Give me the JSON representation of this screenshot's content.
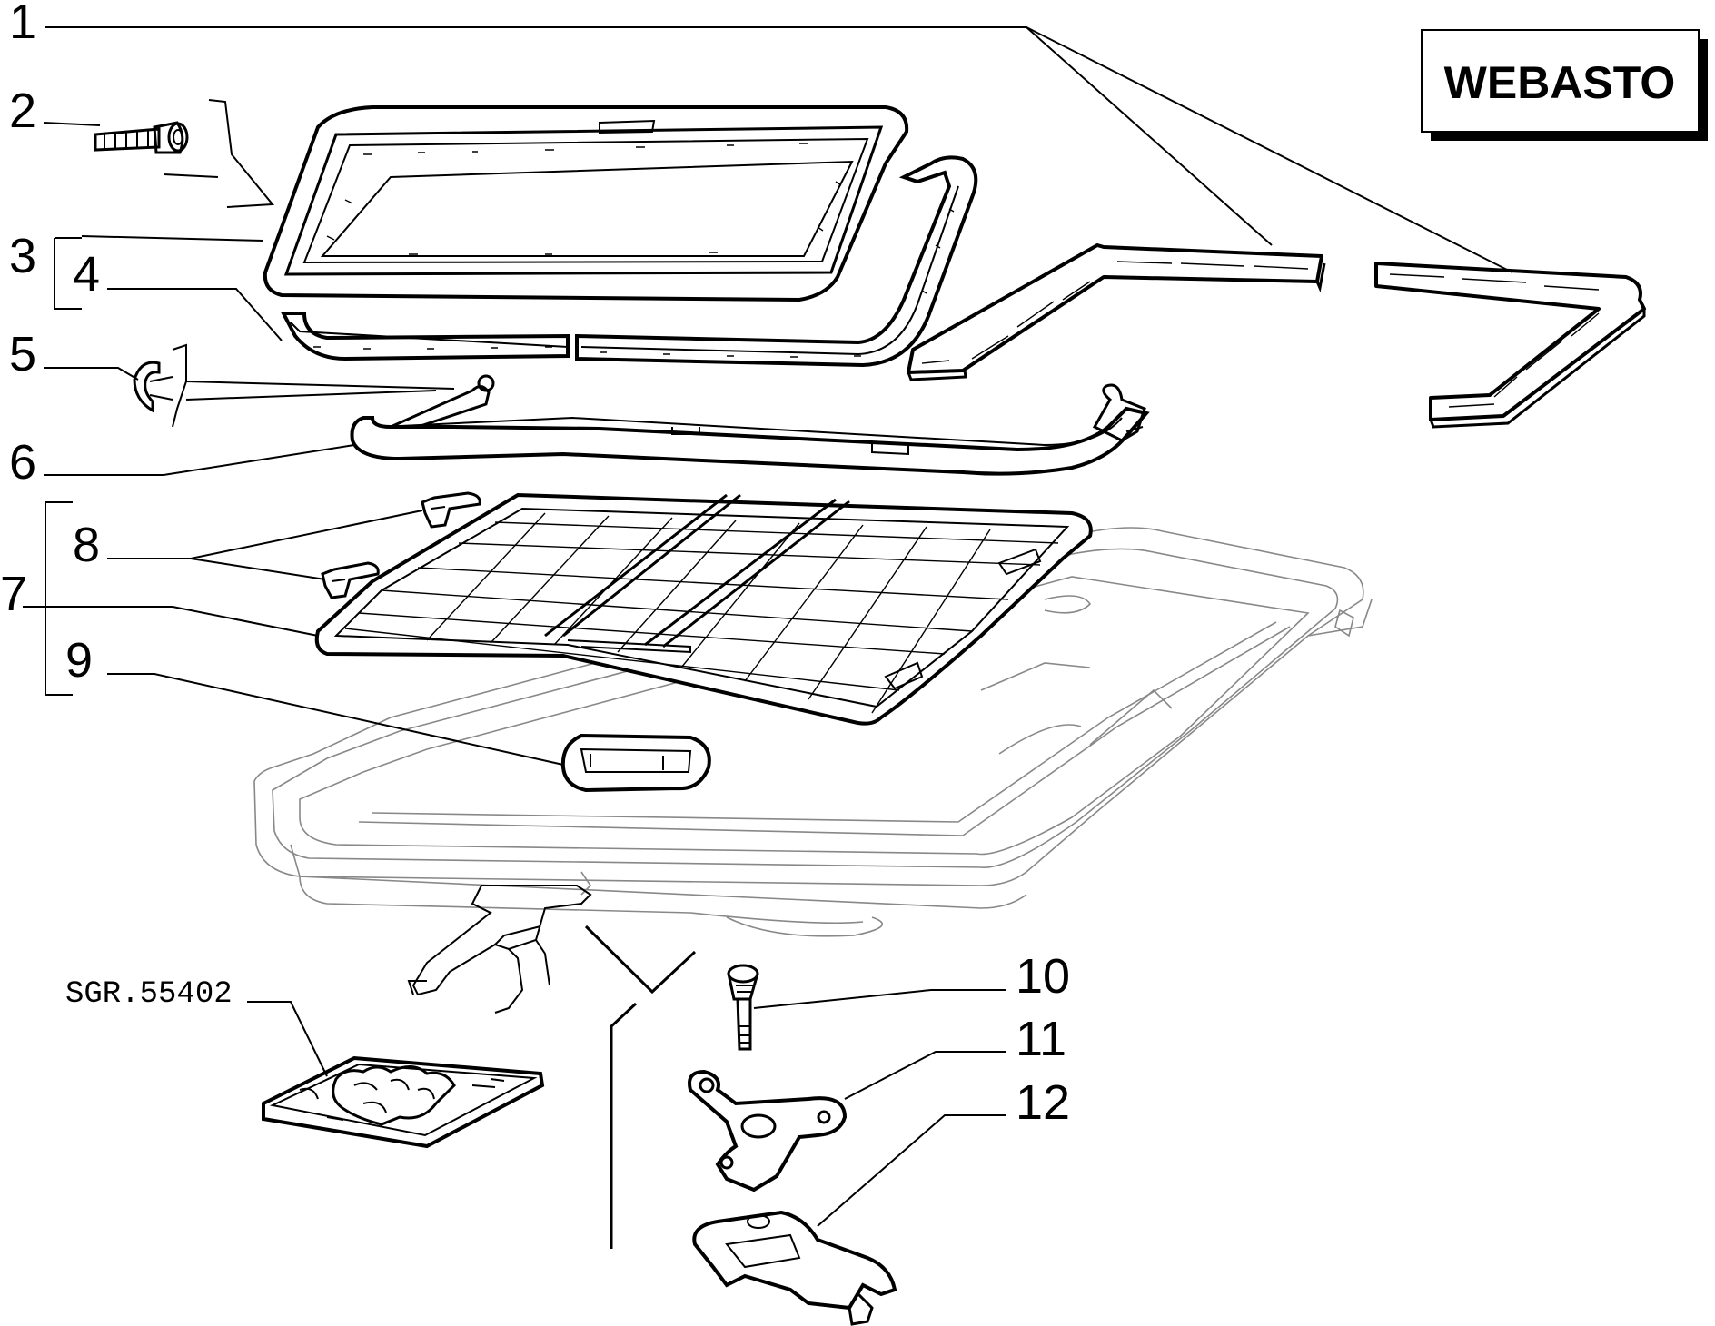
{
  "brand_label": "WEBASTO",
  "reference_label": "SGR.55402",
  "callouts": [
    {
      "id": "1",
      "text": "1"
    },
    {
      "id": "2",
      "text": "2"
    },
    {
      "id": "3",
      "text": "3"
    },
    {
      "id": "4",
      "text": "4"
    },
    {
      "id": "5",
      "text": "5"
    },
    {
      "id": "6",
      "text": "6"
    },
    {
      "id": "7",
      "text": "7"
    },
    {
      "id": "8",
      "text": "8"
    },
    {
      "id": "9",
      "text": "9"
    },
    {
      "id": "10",
      "text": "10"
    },
    {
      "id": "11",
      "text": "11"
    },
    {
      "id": "12",
      "text": "12"
    }
  ]
}
